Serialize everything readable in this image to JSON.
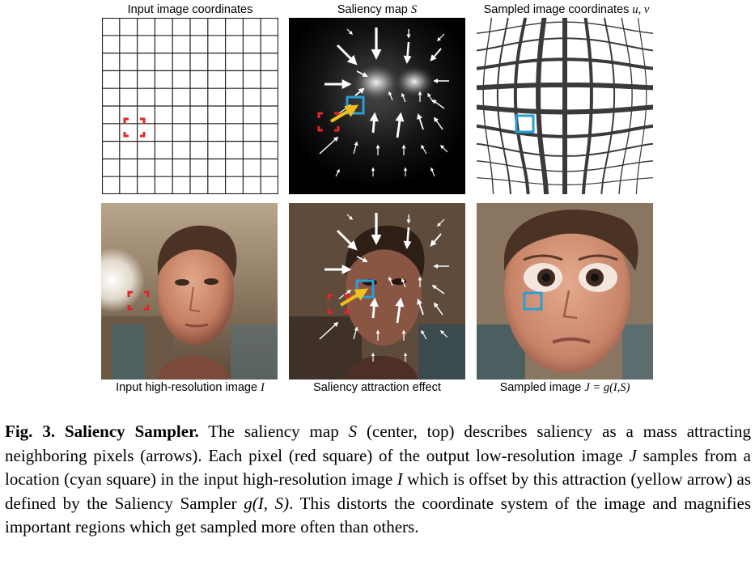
{
  "figure": {
    "panels": [
      {
        "id": "input-grid",
        "title": "Input image coordinates"
      },
      {
        "id": "saliency-map",
        "title_prefix": "Saliency map ",
        "title_var": "S"
      },
      {
        "id": "sampled-grid",
        "title_prefix": "Sampled image coordinates ",
        "title_var": "u, v"
      },
      {
        "id": "input-photo",
        "title_prefix": "Input high-resolution image ",
        "title_var": "I"
      },
      {
        "id": "attraction-effect",
        "title": "Saliency attraction effect"
      },
      {
        "id": "sampled-photo",
        "title_prefix": "Sampled image ",
        "title_var": "J = g(I,S)"
      }
    ],
    "colors": {
      "red_square": "#e0262a",
      "cyan_square": "#2a9fd6",
      "yellow_arrow": "#f2c01b",
      "grid_line": "#222222"
    }
  },
  "caption": {
    "figure_number": "Fig. 3.",
    "title": "Saliency Sampler.",
    "seg1": " The saliency map ",
    "var_S1": "S",
    "seg2": " (center, top) describes saliency as a mass attracting neighboring pixels (arrows). Each pixel (red square) of the output low-resolution image ",
    "var_J": "J",
    "seg3": " samples from a location (cyan square) in the input high-resolution image ",
    "var_I": "I",
    "seg4": " which is offset by this attraction (yellow arrow) as defined by the Saliency Sampler ",
    "func": "g(I, S)",
    "seg5": ". This distorts the coordinate system of the image and magnifies important regions which get sampled more often than others."
  }
}
